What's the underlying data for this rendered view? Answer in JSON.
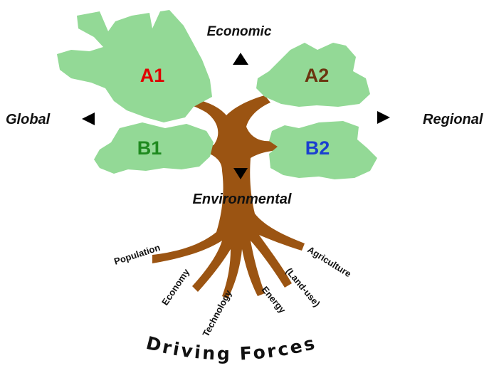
{
  "colors": {
    "foliage": "#93d996",
    "trunk": "#9b5412",
    "a1": "#e00000",
    "a2": "#6b3510",
    "b1": "#1f8a1f",
    "b2": "#1a3fd0",
    "text": "#111111"
  },
  "axes": {
    "top": "Economic",
    "bottom": "Environmental",
    "left": "Global",
    "right": "Regional"
  },
  "scenarios": {
    "a1": "A1",
    "a2": "A2",
    "b1": "B1",
    "b2": "B2"
  },
  "roots": {
    "population": "Population",
    "economy": "Economy",
    "technology": "Technology",
    "energy": "Energy",
    "land_use": "(Land-use)",
    "agriculture": "Agriculture"
  },
  "footer": {
    "driving_forces": "Driving Forces"
  }
}
